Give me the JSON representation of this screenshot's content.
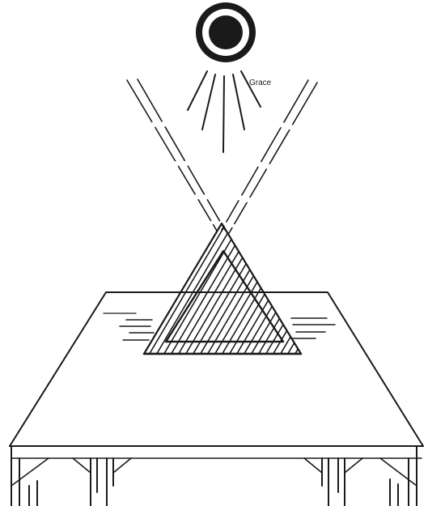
{
  "diagram": {
    "grace_label": "Grace",
    "ink_color": "#1a1a1a",
    "background_color": "#ffffff",
    "elements": [
      "sun-icon",
      "grace-rays",
      "light-beams",
      "pyramid-prism",
      "table"
    ]
  }
}
